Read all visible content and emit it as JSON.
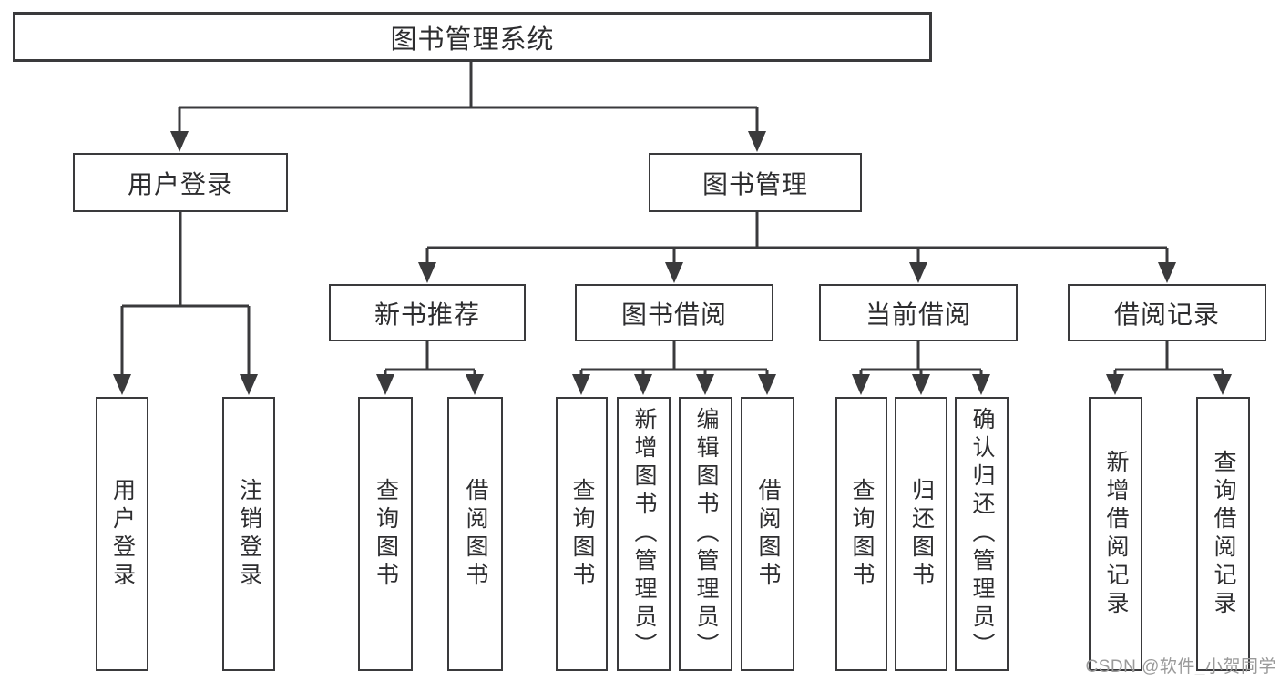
{
  "tree": {
    "label": "图书管理系统",
    "children": [
      {
        "label": "用户登录",
        "children": [
          {
            "label": "用户登录"
          },
          {
            "label": "注销登录"
          }
        ]
      },
      {
        "label": "图书管理",
        "children": [
          {
            "label": "新书推荐",
            "children": [
              {
                "label": "查询图书"
              },
              {
                "label": "借阅图书"
              }
            ]
          },
          {
            "label": "图书借阅",
            "children": [
              {
                "label": "查询图书"
              },
              {
                "label": "新增图书（管理员）"
              },
              {
                "label": "编辑图书（管理员）"
              },
              {
                "label": "借阅图书"
              }
            ]
          },
          {
            "label": "当前借阅",
            "children": [
              {
                "label": "查询图书"
              },
              {
                "label": "归还图书"
              },
              {
                "label": "确认归还（管理员）"
              }
            ]
          },
          {
            "label": "借阅记录",
            "children": [
              {
                "label": "新增借阅记录"
              },
              {
                "label": "查询借阅记录"
              }
            ]
          }
        ]
      }
    ]
  },
  "watermark": {
    "text": "CSDN @软件_小贺同学"
  },
  "colors": {
    "line": "#3a3a3c",
    "text": "#2d2d2f",
    "watermark": "#9a9a9a",
    "background": "#ffffff"
  }
}
